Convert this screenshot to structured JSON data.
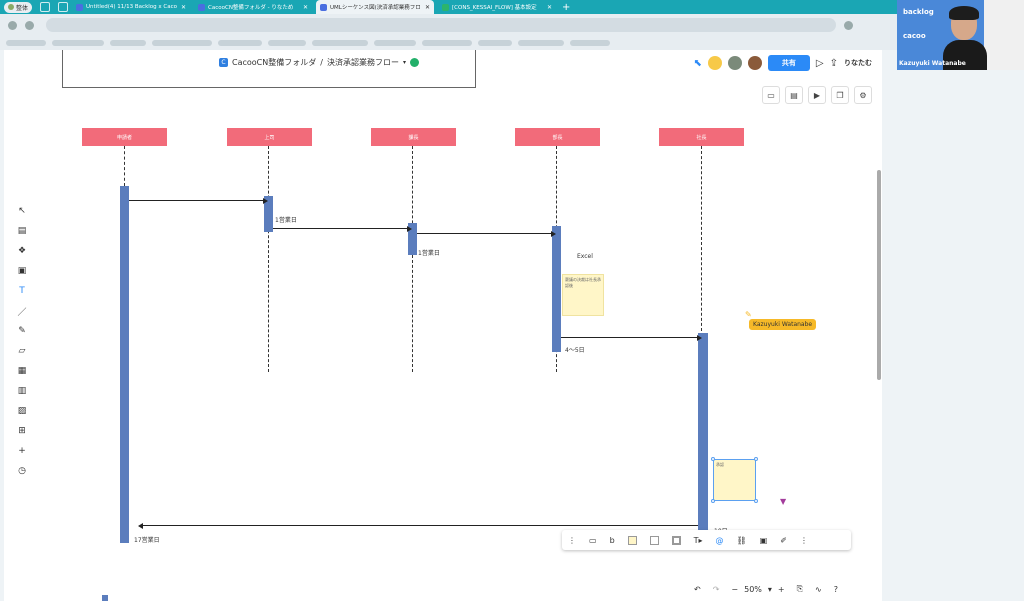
{
  "browser": {
    "profile_label": "整体",
    "tabs": [
      {
        "label": "Untitled(4) 11/13 Backlog x Caco",
        "active": false
      },
      {
        "label": "CacooCN整備フォルダ - りなため",
        "active": false
      },
      {
        "label": "UMLシーケンス図(決済承認業務フロ",
        "active": true
      },
      {
        "label": "[CONS_KESSAI_FLOW] 基本設定",
        "active": false
      }
    ],
    "new_tab": "+"
  },
  "header": {
    "folder": "CacooCN整備フォルダ",
    "separator": "/",
    "document": "決済承認業務フロー",
    "share_label": "共有",
    "user_label": "りなたむ"
  },
  "diagram": {
    "lifelines": [
      "申請者",
      "上司",
      "課長",
      "部長",
      "社長"
    ],
    "labels": {
      "step1": "1営業日",
      "step2": "1営業日",
      "excel": "Excel",
      "step3": "4〜5日",
      "step4": "10日",
      "total": "17営業日"
    },
    "note1_text": "稟議の決裁は社長承認後",
    "note2_text": "承認"
  },
  "collaborator_tag": "Kazuyuki Watanabe",
  "zoom": {
    "level": "50%",
    "minus": "−",
    "plus": "+"
  },
  "webcam": {
    "name": "Kazuyuki Watanabe",
    "apps": [
      "backlog",
      "cacoo"
    ]
  }
}
